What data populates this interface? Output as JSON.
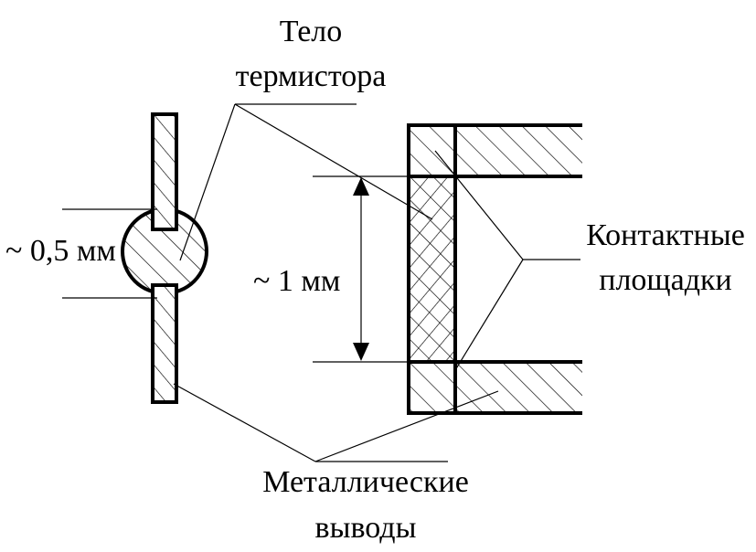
{
  "labels": {
    "body_line1": "Тело",
    "body_line2": "термистора",
    "pads_line1": "Контактные",
    "pads_line2": "площадки",
    "leads_line1": "Металлические",
    "leads_line2": "выводы",
    "dim_small": "~ 0,5 мм",
    "dim_large": "~ 1 мм"
  }
}
